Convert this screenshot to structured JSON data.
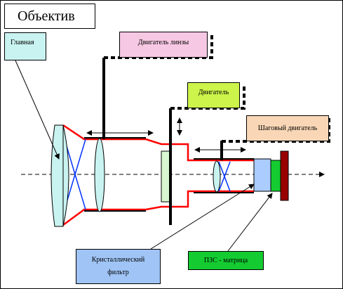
{
  "title": "Объектив",
  "labels": {
    "main": "Главная",
    "lens_motor": "Двигатель линзы",
    "motor": "Двигатель",
    "step_motor": "Шаговый двигатель",
    "filter": "Кристаллический фильтр",
    "ccd": "ПЗС - матрица"
  },
  "colors": {
    "lens_fill": "#c9f3f0",
    "lens_motor_box": "#f7c8e3",
    "motor_box": "#ccf44a",
    "step_motor_box": "#f9d7b6",
    "filter_box": "#9fc4f5",
    "ccd_green": "#14cc31",
    "ray_red": "#ff0000",
    "ray_blue": "#0033ff",
    "ccd_dark": "#990000",
    "filter_green": "#d8f7d0",
    "filter_blue": "#aaccff"
  }
}
